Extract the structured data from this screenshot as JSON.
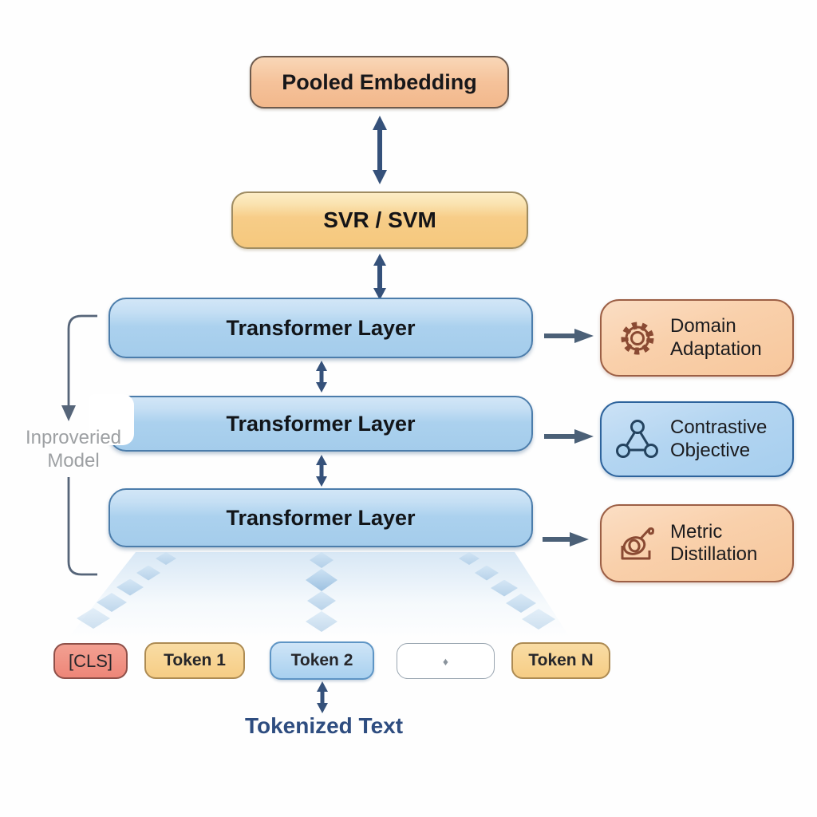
{
  "boxes": {
    "pooled": "Pooled Embedding",
    "svm": "SVR / SVM",
    "transformer_layers": [
      "Transformer Layer",
      "Transformer Layer",
      "Transformer Layer"
    ]
  },
  "side_boxes": [
    {
      "line1": "Domain",
      "line2": "Adaptation",
      "icon": "gear-icon"
    },
    {
      "line1": "Contrastive",
      "line2": "Objective",
      "icon": "triangle-network-icon"
    },
    {
      "line1": "Metric",
      "line2": "Distillation",
      "icon": "distillation-icon"
    }
  ],
  "left_label": {
    "line1": "Inproveried",
    "line2": "Model"
  },
  "tokens": {
    "cls": "[CLS]",
    "t1": "Token 1",
    "t2": "Token 2",
    "ellipsis_glyph": "♦",
    "tn": "Token N"
  },
  "bottom_label": "Tokenized Text",
  "colors": {
    "peach_fill": "#f5c29a",
    "gold_fill": "#f6cd87",
    "blue_fill": "#abd1ee",
    "orange_side_border": "#9c5f45",
    "blue_side_border": "#2d639c",
    "red_token_fill": "#ee8678",
    "vertical_arrow": "#35517a",
    "side_arrow": "#4b6077",
    "bracket_gray": "#566579",
    "label_gray": "#9da0a3",
    "tokenized_text": "#2e4d80"
  }
}
